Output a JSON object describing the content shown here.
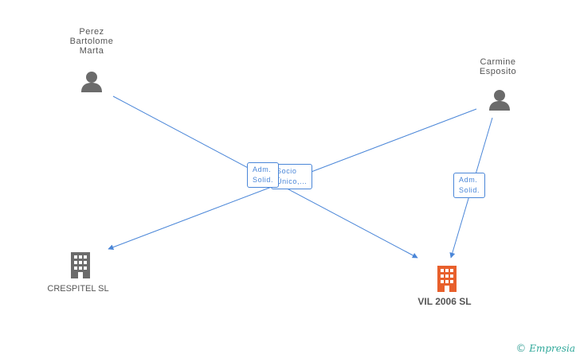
{
  "people": [
    {
      "id": "perez",
      "name": "Perez\nBartolome\nMarta"
    },
    {
      "id": "esposito",
      "name": "Carmine\nEsposito"
    }
  ],
  "companies": [
    {
      "id": "crespitel",
      "name": "CRESPITEL SL",
      "color": "#6b6b6b"
    },
    {
      "id": "vil2006",
      "name": "VIL 2006 SL",
      "color": "#e8602c"
    }
  ],
  "edge_labels": {
    "socio": "Socio\nÚnico,...",
    "adm_left": "Adm.\nSolid.",
    "adm_right": "Adm.\nSolid."
  },
  "colors": {
    "edge": "#4a86d8",
    "person_icon": "#6b6b6b"
  },
  "watermark": {
    "copyright": "©",
    "brand": "Empresia"
  }
}
